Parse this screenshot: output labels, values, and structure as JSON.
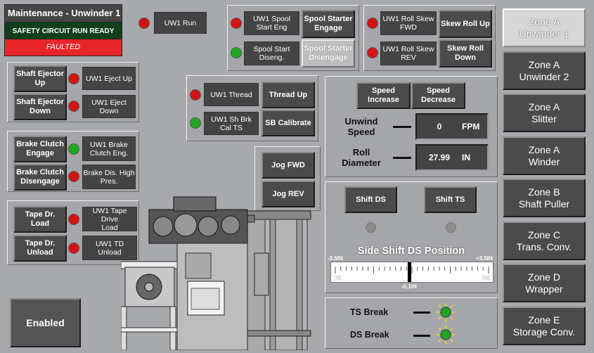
{
  "title": {
    "text": "Maintenance - Unwinder 1",
    "safety": "SAFETY CIRCUIT RUN READY",
    "fault": "FAULTED"
  },
  "run": {
    "label": "UW1 Run"
  },
  "spool": {
    "start_eng_label": "UW1 Spool\nStart Eng",
    "engage_button": "Spool Starter\nEngage",
    "start_diseng_label": "Spool Start\nDiseng.",
    "disengage_button": "Spool Starter\nDisengage"
  },
  "skew": {
    "fwd_label": "UW1 Roll Skew\nFWD",
    "up_button": "Skew Roll Up",
    "rev_label": "UW1 Roll Skew\nREV",
    "down_button": "Skew Roll\nDown"
  },
  "shaft_ejector": {
    "up_button": "Shaft Ejector\nUp",
    "up_label": "UW1 Eject Up",
    "down_button": "Shaft Ejector\nDown",
    "down_label": "UW1 Eject\nDown"
  },
  "brake_clutch": {
    "engage_button": "Brake Clutch\nEngage",
    "engage_label": "UW1 Brake\nClutch Eng.",
    "disengage_button": "Brake Clutch\nDisengage",
    "disengage_label": "Brake Dis. High\nPres."
  },
  "tape_drive": {
    "load_button": "Tape Dr.\nLoad",
    "load_label": "UW1 Tape Drive\nLoad",
    "unload_button": "Tape Dr.\nUnload",
    "unload_label": "UW1 TD Unload"
  },
  "thread": {
    "thread_label": "UW1 Thread",
    "thread_up_button": "Thread Up",
    "sh_brk_label": "UW1 Sh Brk\nCal TS",
    "sb_calibrate_button": "SB Calibrate"
  },
  "jog": {
    "fwd_button": "Jog FWD",
    "rev_button": "Jog REV"
  },
  "speed": {
    "increase_button": "Speed\nIncrease",
    "decrease_button": "Speed\nDecrease",
    "unwind_label": "Unwind\nSpeed",
    "unwind_value": "0",
    "unwind_unit": "FPM",
    "roll_label": "Roll\nDiameter",
    "roll_value": "27.99",
    "roll_unit": "IN"
  },
  "side_shift": {
    "shift_ds_button": "Shift DS",
    "shift_ts_button": "Shift TS",
    "title": "Side Shift DS Position",
    "min_label": "-3.5IN",
    "max_label": "+3.5IN",
    "ts_label": "TS",
    "ds_label": "DS",
    "value_label": "-0.1IN",
    "value": -0.1,
    "min": -3.5,
    "max": 3.5
  },
  "breaks": {
    "ts_label": "TS Break",
    "ds_label": "DS Break"
  },
  "enabled_button": "Enabled",
  "zones": [
    {
      "label": "Zone A\nUnwinder 1"
    },
    {
      "label": "Zone A\nUnwinder 2"
    },
    {
      "label": "Zone A\nSlitter"
    },
    {
      "label": "Zone A\nWinder"
    },
    {
      "label": "Zone B\nShaft Puller"
    },
    {
      "label": "Zone C\nTrans. Conv."
    },
    {
      "label": "Zone D\nWrapper"
    },
    {
      "label": "Zone E\nStorage Conv."
    }
  ],
  "colors": {
    "background": "#a8a9ad",
    "indicator_off": "#d41414",
    "indicator_on": "#1fa81f",
    "safety_bar": "#0f3f1c",
    "fault_bar": "#e8262a"
  }
}
